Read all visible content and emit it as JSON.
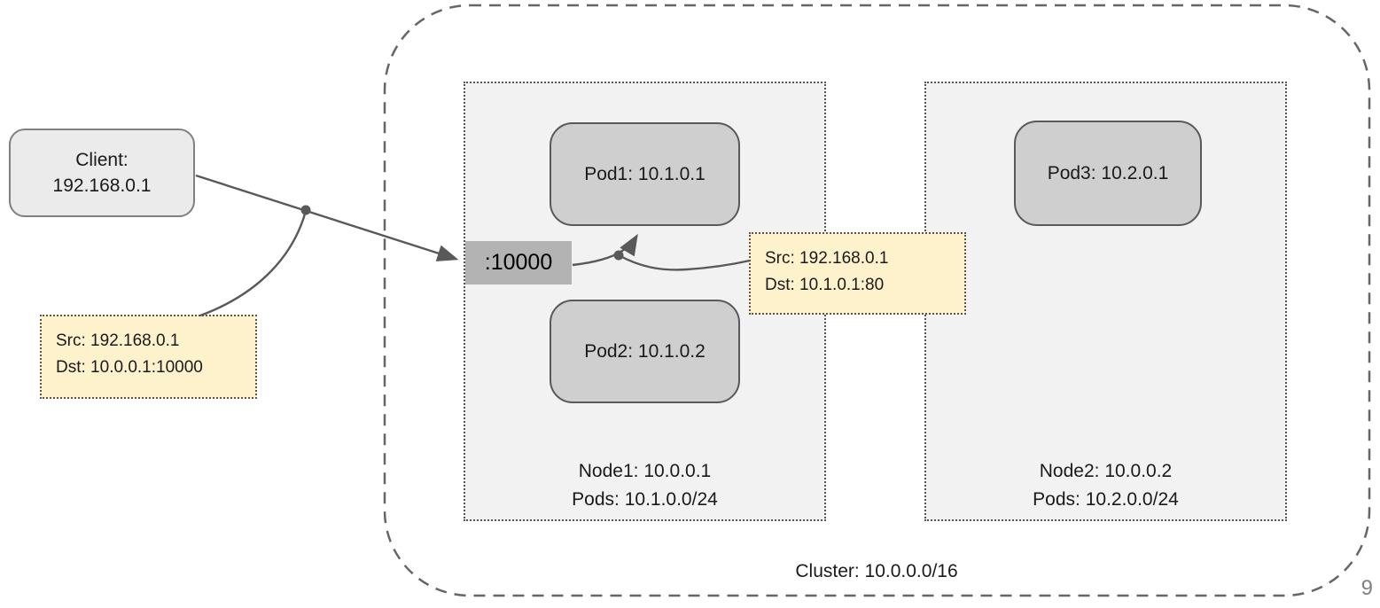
{
  "slide": {
    "page_number": "9"
  },
  "client": {
    "line1": "Client:",
    "line2": "192.168.0.1"
  },
  "cluster": {
    "label": "Cluster: 10.0.0.0/16"
  },
  "nodes": [
    {
      "name_line": "Node1: 10.0.0.1",
      "pods_line": "Pods: 10.1.0.0/24",
      "pods": [
        {
          "label": "Pod1: 10.1.0.1"
        },
        {
          "label": "Pod2: 10.1.0.2"
        }
      ]
    },
    {
      "name_line": "Node2: 10.0.0.2",
      "pods_line": "Pods: 10.2.0.0/24",
      "pods": [
        {
          "label": "Pod3: 10.2.0.1"
        }
      ]
    }
  ],
  "port": {
    "label": ":10000"
  },
  "annotations": [
    {
      "line1": "Src: 192.168.0.1",
      "line2": "Dst: 10.0.0.1:10000"
    },
    {
      "line1": "Src: 192.168.0.1",
      "line2": "Dst: 10.1.0.1:80"
    }
  ],
  "colors": {
    "annotation_bg": "#fdf2cc",
    "pod_fill": "#cfcfcf",
    "node_fill": "#f2f2f2",
    "client_fill": "#ebebeb",
    "port_fill": "#b3b3b3",
    "connector": "#595959",
    "border_dark": "#555555"
  }
}
